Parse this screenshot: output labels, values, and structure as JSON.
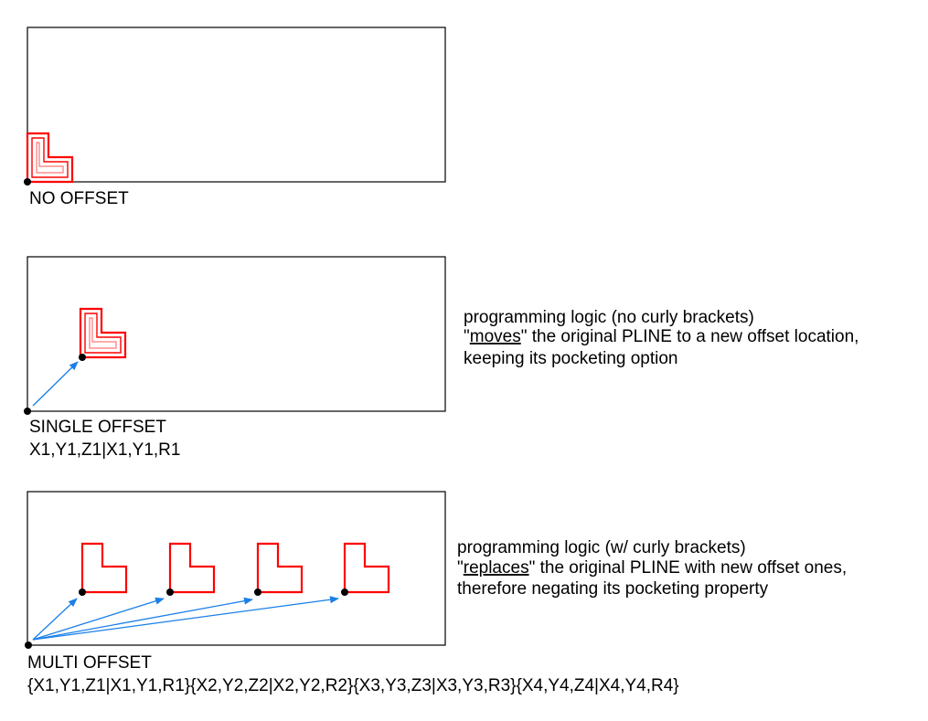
{
  "colors": {
    "shape": "#ff0000",
    "arrow": "#1a7fe8",
    "origin": "#000000"
  },
  "no_offset": {
    "label": "NO OFFSET"
  },
  "single_offset": {
    "label": "SINGLE OFFSET",
    "syntax": "X1,Y1,Z1|X1,Y1,R1",
    "logic_line1": "programming logic (no curly brackets)",
    "logic_line2_q1": "\"",
    "logic_line2_em": "moves",
    "logic_line2_rest": "\" the original PLINE to a new offset location,",
    "logic_line3": "keeping its pocketing option"
  },
  "multi_offset": {
    "label": "MULTI OFFSET",
    "syntax": "{X1,Y1,Z1|X1,Y1,R1}{X2,Y2,Z2|X2,Y2,R2}{X3,Y3,Z3|X3,Y3,R3}{X4,Y4,Z4|X4,Y4,R4}",
    "logic_line1": "programming logic (w/ curly brackets)",
    "logic_line2_q1": "\"",
    "logic_line2_em": "replaces",
    "logic_line2_rest": "\" the original PLINE with new offset ones,",
    "logic_line3": "therefore negating its pocketing property"
  }
}
